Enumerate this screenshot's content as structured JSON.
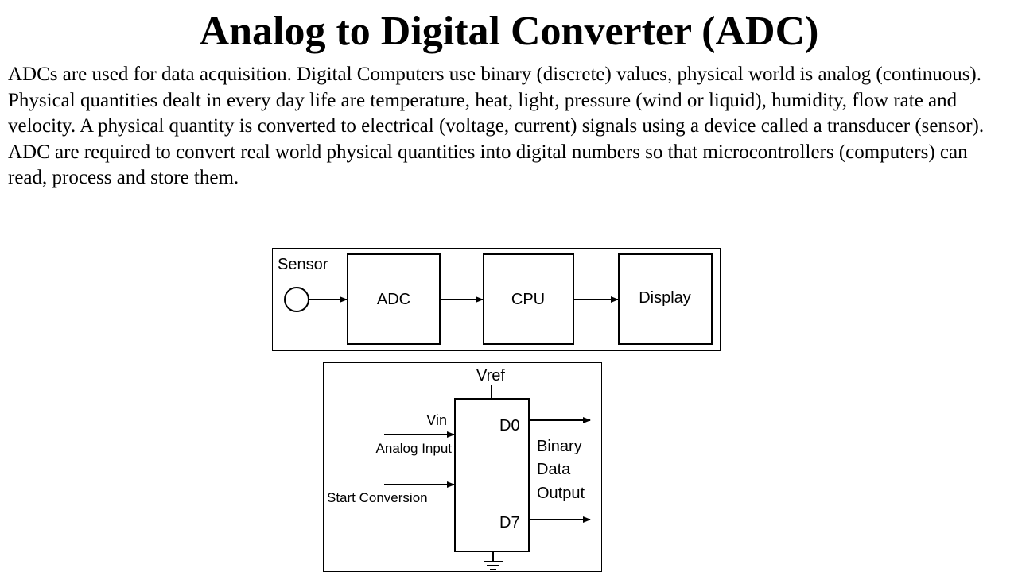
{
  "slide": {
    "title": "Analog to Digital Converter (ADC)",
    "body": "ADCs are used for data acquisition. Digital Computers use binary (discrete) values, physical world is analog (continuous). Physical quantities dealt in every day life are temperature, heat, light, pressure (wind or liquid), humidity, flow rate and velocity. A physical quantity is converted to electrical (voltage, current) signals using a device called a transducer (sensor). ADC are required to convert real world physical quantities into digital numbers so that microcontrollers (computers) can read, process and store them."
  },
  "block_diagram": {
    "sensor_label": "Sensor",
    "adc_label": "ADC",
    "cpu_label": "CPU",
    "display_label": "Display"
  },
  "adc_chip": {
    "vref_label": "Vref",
    "vin_label": "Vin",
    "analog_input_label": "Analog Input",
    "start_conversion_label": "Start Conversion",
    "d0_label": "D0",
    "d7_label": "D7",
    "output_line1": "Binary",
    "output_line2": "Data",
    "output_line3": "Output"
  }
}
